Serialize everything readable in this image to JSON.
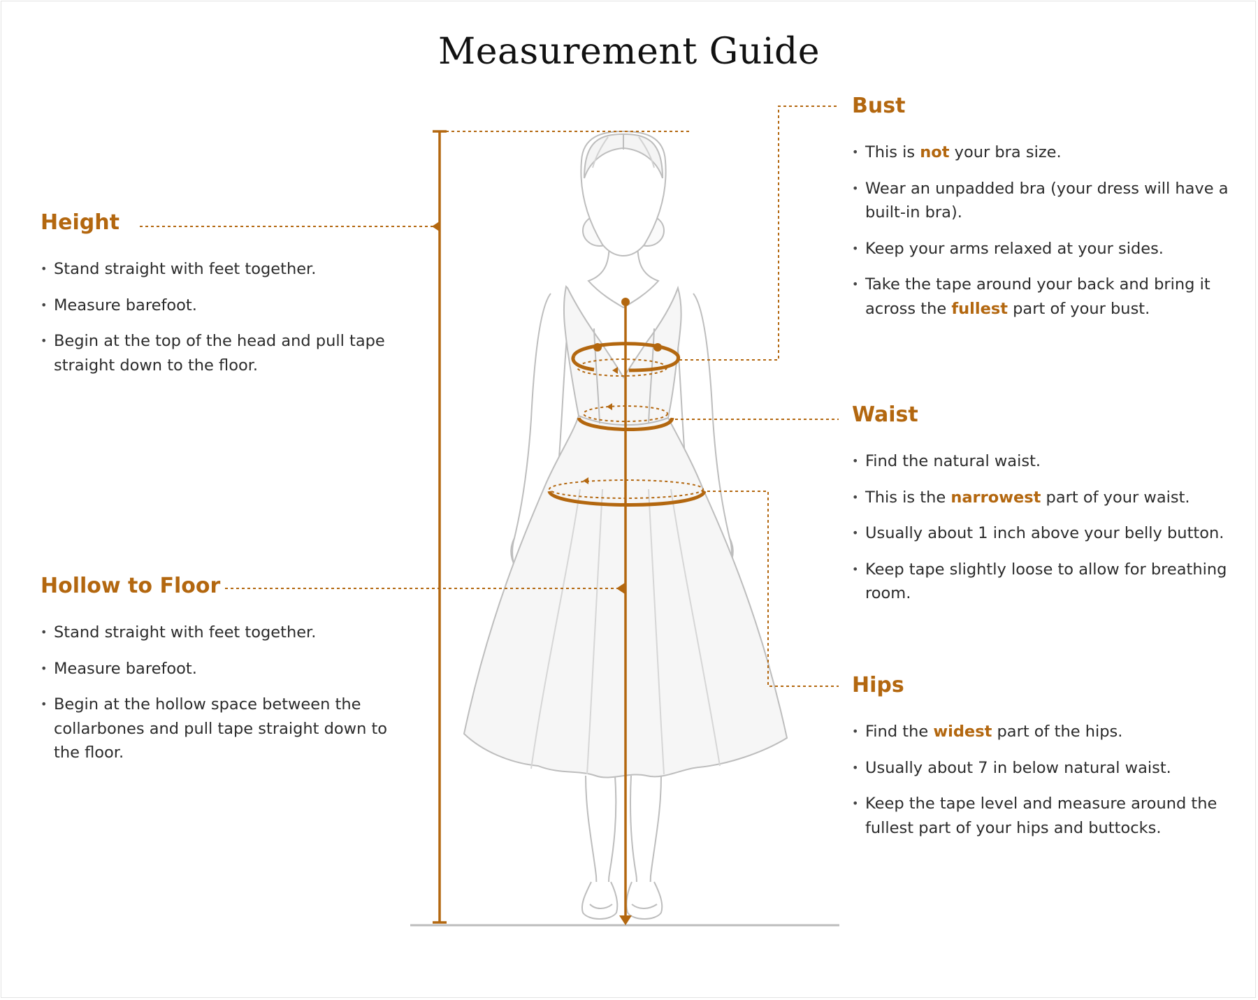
{
  "title": "Measurement Guide",
  "colors": {
    "accent": "#b3670f",
    "text": "#2b2b2b",
    "outline": "#bdbdbd",
    "dress": "#f6f6f6"
  },
  "sections": {
    "height": {
      "heading": "Height",
      "items": [
        "Stand straight with feet together.",
        "Measure barefoot.",
        "Begin at the top of the head and pull tape straight down to the floor."
      ]
    },
    "hollow": {
      "heading": "Hollow to Floor",
      "items": [
        "Stand straight with feet together.",
        "Measure barefoot.",
        "Begin at the hollow space between the collarbones and pull tape straight down to the floor."
      ]
    },
    "bust": {
      "heading": "Bust",
      "items": [
        {
          "before": "This is ",
          "highlight": "not",
          "after": " your bra size."
        },
        "Wear an unpadded bra (your dress will have a built-in bra).",
        "Keep your arms relaxed at your sides.",
        {
          "before": "Take the tape around your back and bring it across the ",
          "highlight": "fullest",
          "after": " part of your bust."
        }
      ]
    },
    "waist": {
      "heading": "Waist",
      "items": [
        "Find the natural waist.",
        {
          "before": "This is the ",
          "highlight": "narrowest",
          "after": " part of your waist."
        },
        "Usually about 1 inch above your belly button.",
        "Keep tape slightly loose to allow for breathing room."
      ]
    },
    "hips": {
      "heading": "Hips",
      "items": [
        {
          "before": "Find the ",
          "highlight": "widest",
          "after": " part of the hips."
        },
        "Usually about 7 in below natural waist.",
        "Keep the tape level and measure around the fullest part of your hips and buttocks."
      ]
    }
  }
}
